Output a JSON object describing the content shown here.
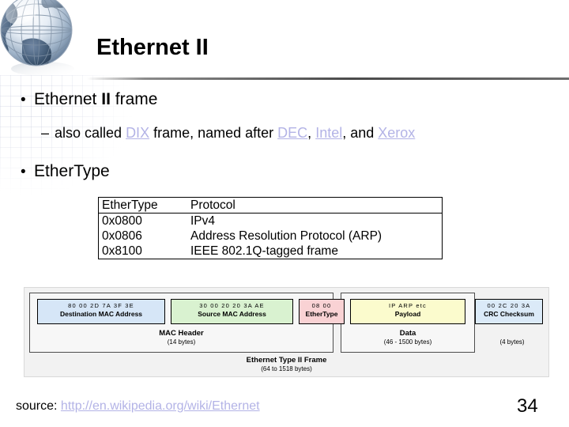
{
  "slide": {
    "title": "Ethernet II",
    "page_number": "34"
  },
  "bullets": [
    {
      "marker": "•",
      "level": 1,
      "segments": [
        {
          "text": "Ethernet ",
          "style": "plain"
        },
        {
          "text": "II",
          "style": "bold"
        },
        {
          "text": " frame",
          "style": "plain"
        }
      ]
    },
    {
      "marker": "–",
      "level": 2,
      "segments": [
        {
          "text": "also called ",
          "style": "plain"
        },
        {
          "text": "DIX",
          "style": "link"
        },
        {
          "text": " frame, named after ",
          "style": "plain"
        },
        {
          "text": "DEC",
          "style": "link"
        },
        {
          "text": ", ",
          "style": "plain"
        },
        {
          "text": "Intel",
          "style": "link"
        },
        {
          "text": ", and ",
          "style": "plain"
        },
        {
          "text": "Xerox",
          "style": "link"
        }
      ]
    },
    {
      "marker": "•",
      "level": 1,
      "segments": [
        {
          "text": "EtherType",
          "style": "plain"
        }
      ]
    }
  ],
  "protocol_table": {
    "headers": [
      "EtherType",
      "Protocol"
    ],
    "rows": [
      [
        "0x0800",
        "IPv4"
      ],
      [
        "0x0806",
        "Address Resolution Protocol (ARP)"
      ],
      [
        "0x8100",
        "IEEE 802.1Q-tagged frame"
      ]
    ]
  },
  "frame_diagram": {
    "fields": [
      {
        "hex": "80  00  2D  7A  3F  3E",
        "name": "Destination MAC Address",
        "color": "#d6e6f7"
      },
      {
        "hex": "30  00  20  20  3A  AE",
        "name": "Source MAC Address",
        "color": "#d9f2d0"
      },
      {
        "hex": "08  00",
        "name": "EtherType",
        "color": "#f9d2d4"
      },
      {
        "hex": "IP  ARP  etc",
        "name": "Payload",
        "color": "#fbfbcd"
      },
      {
        "hex": "00  2C  20  3A",
        "name": "CRC Checksum",
        "color": "#dbeaf8"
      }
    ],
    "captions": [
      {
        "title": "MAC Header",
        "sub": "(14 bytes)"
      },
      {
        "title": "Data",
        "sub": "(46 - 1500 bytes)"
      },
      {
        "title": "",
        "sub": "(4 bytes)"
      }
    ],
    "footer": {
      "title": "Ethernet Type II Frame",
      "sub": "(64 to 1518 bytes)"
    }
  },
  "footer": {
    "source_label": "source:",
    "source_url": "http://en.wikipedia.org/wiki/Ethernet"
  },
  "colors": {
    "link": "#b3b3e6",
    "text": "#000000",
    "diagram_bg": "#f2f2f2"
  }
}
